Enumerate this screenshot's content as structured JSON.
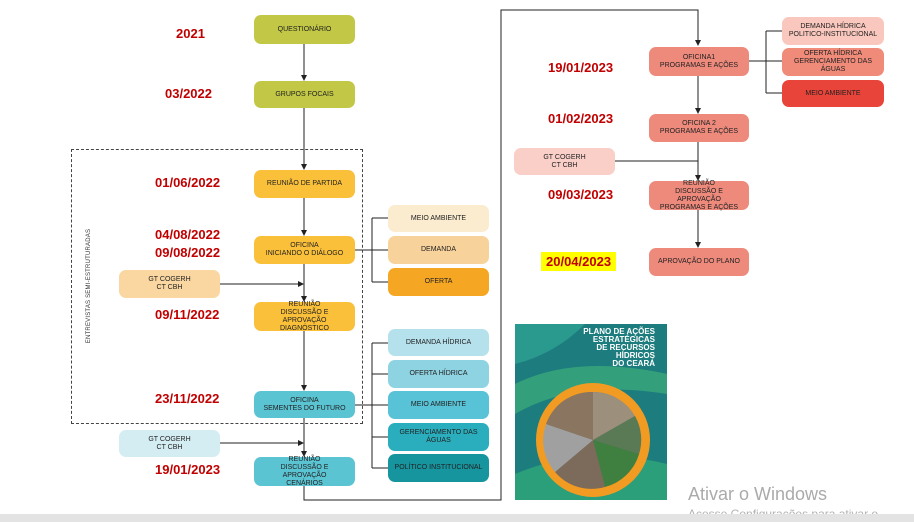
{
  "dates": {
    "d2021": "2021",
    "d032022": "03/2022",
    "d01062022": "01/06/2022",
    "d04082022": "04/08/2022",
    "d09082022": "09/08/2022",
    "d09112022": "09/11/2022",
    "d23112022": "23/11/2022",
    "d19012023_left": "19/01/2023",
    "d19012023_right": "19/01/2023",
    "d01022023": "01/02/2023",
    "d09032023": "09/03/2023",
    "d20042023": "20/04/2023"
  },
  "flow_left": {
    "questionario": "QUESTIONÁRIO",
    "grupos_focais": "GRUPOS FOCAIS",
    "reuniao_partida": "REUNIÃO DE PARTIDA",
    "oficina_dialogo": "OFICINA\nINICIANDO O DIÁLOGO",
    "reuniao_diagnostico": "REUNIÃO\nDISCUSSÃO E APROVAÇÃO\nDIAGNÓSTICO",
    "oficina_sementes": "OFICINA\nSEMENTES DO FUTURO",
    "reuniao_cenarios": "REUNIÃO\nDISCUSSÃO E APROVAÇÃO\nCENÁRIOS",
    "gt_cogerh_1": "GT COGERH\nCT CBH",
    "gt_cogerh_2": "GT COGERH\nCT CBH"
  },
  "branch_dialogo": {
    "meio_ambiente": "MEIO AMBIENTE",
    "demanda": "DEMANDA",
    "oferta": "OFERTA"
  },
  "branch_sementes": {
    "demanda_hidrica": "DEMANDA HÍDRICA",
    "oferta_hidrica": "OFERTA HÍDRICA",
    "meio_ambiente": "MEIO AMBIENTE",
    "gerenciamento": "GERENCIAMENTO DAS ÁGUAS",
    "politico": "POLÍTICO INSTITUCIONAL"
  },
  "side_label": "ENTREVISTAS SEMI-ESTRUTURADAS",
  "flow_right": {
    "oficina1": "OFICINA1\nPROGRAMAS E AÇÕES",
    "oficina2": "OFICINA 2\nPROGRAMAS E AÇÕES",
    "reuniao_programas": "REUNIÃO\nDISCUSSÃO E APROVAÇÃO\nPROGRAMAS E AÇÕES",
    "aprovacao": "APROVAÇÃO DO PLANO",
    "gt_cogerh_3": "GT COGERH\nCT CBH"
  },
  "branch_oficina1": {
    "demanda_hidrica": "DEMANDA HÍDRICA\nPOLITICO-INSTITUCIONAL",
    "oferta_hidrica": "OFERTA HÍDRICA\nGERENCIAMENTO DAS ÁGUAS",
    "meio_ambiente": "MEIO AMBIENTE"
  },
  "cover": {
    "title": "PLANO DE AÇÕES\nESTRATÉGICAS\nDE RECURSOS\nHÍDRICOS\nDO CEARÁ"
  },
  "watermark": {
    "line1": "Ativar o Windows",
    "line2": "Acesse Configurações para ativar o"
  },
  "colors": {
    "date_red": "#c00000",
    "highlight_yellow": "#ffff00",
    "olive": "#c2c845",
    "yellow_orange": "#fbc03a",
    "cyan": "#5bc4d3",
    "salmon": "#ee8a7c"
  }
}
